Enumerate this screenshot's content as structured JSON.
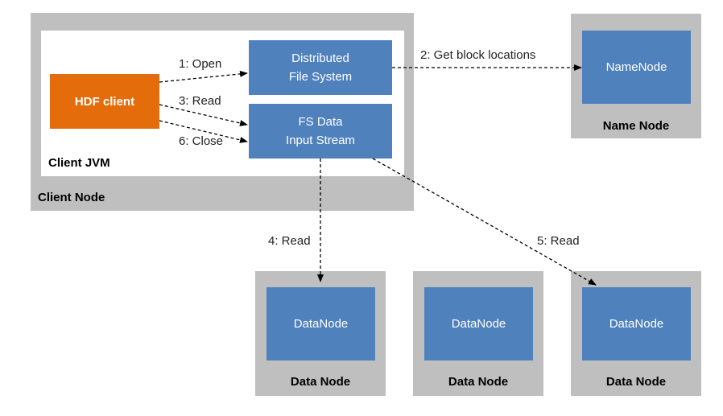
{
  "client_node": {
    "label": "Client Node",
    "jvm": {
      "label": "Client JVM",
      "hdf_client": "HDF client",
      "dfs": {
        "line1": "Distributed",
        "line2": "File System"
      },
      "fsdis": {
        "line1": "FS Data",
        "line2": "Input Stream"
      }
    }
  },
  "name_node": {
    "inner": "NameNode",
    "label": "Name Node"
  },
  "data_nodes": [
    {
      "inner": "DataNode",
      "label": "Data Node"
    },
    {
      "inner": "DataNode",
      "label": "Data Node"
    },
    {
      "inner": "DataNode",
      "label": "Data Node"
    }
  ],
  "arrows": {
    "open": "1: Open",
    "get_locations": "2: Get block locations",
    "read1": "3: Read",
    "read2": "4: Read",
    "read3": "5: Read",
    "close": "6: Close"
  },
  "colors": {
    "node_gray": "#bfbfbf",
    "component_blue": "#4f81bd",
    "client_orange": "#e46c0a"
  }
}
